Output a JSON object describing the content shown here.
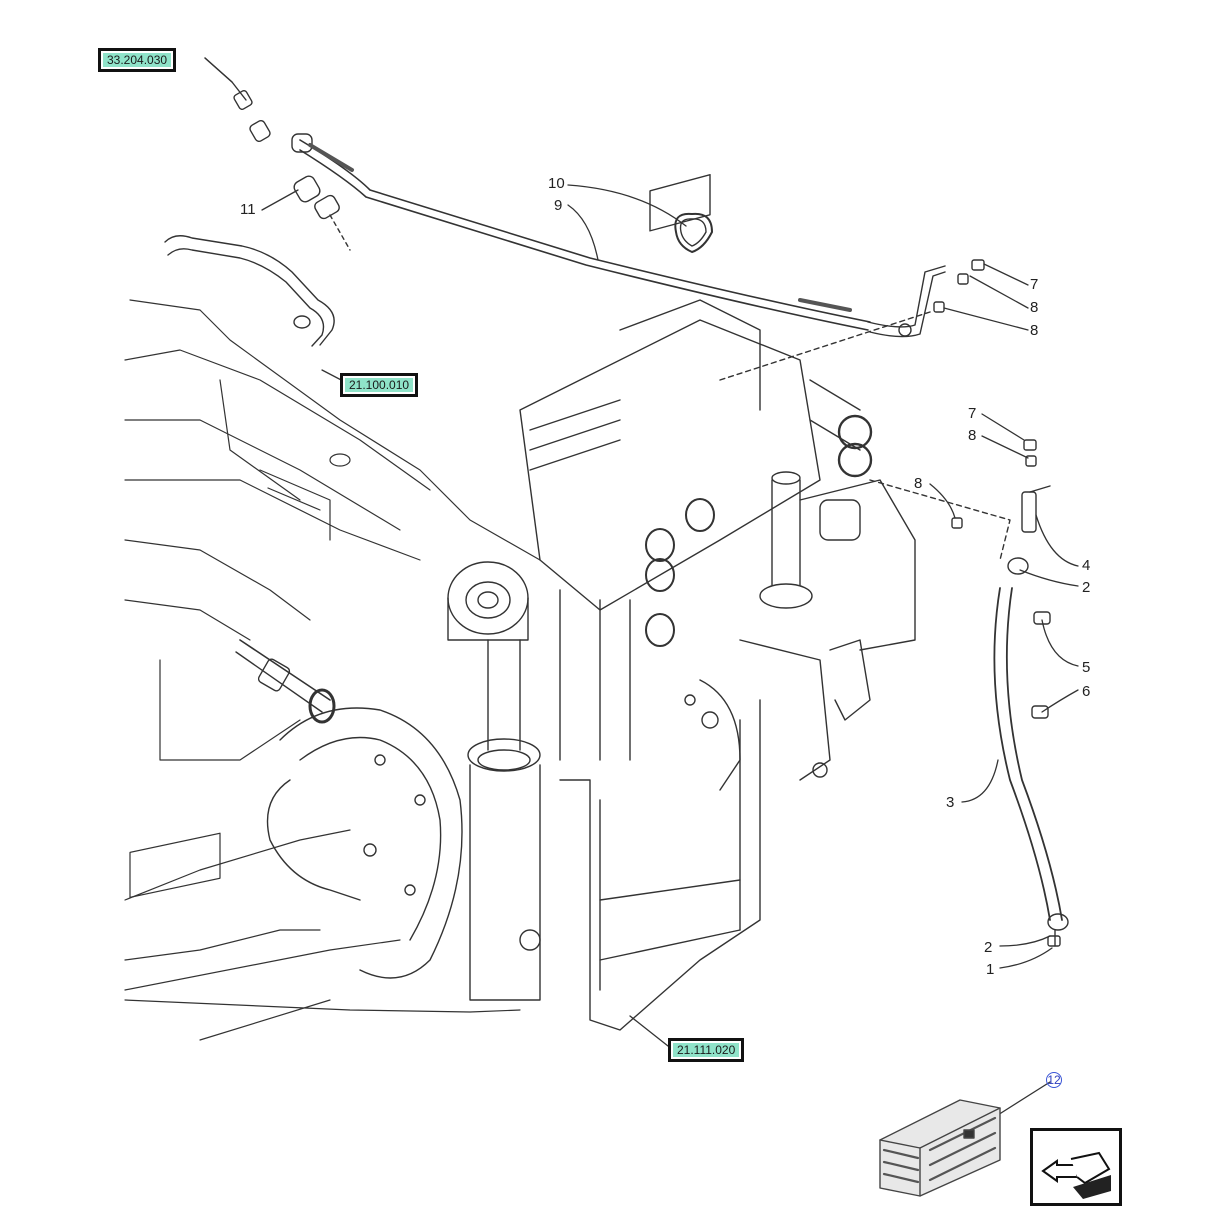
{
  "references": [
    {
      "id": "ref-33",
      "label": "33.204.030"
    },
    {
      "id": "ref-21",
      "label": "21.100.010"
    },
    {
      "id": "ref-11",
      "label": "21.111.020"
    }
  ],
  "callouts": [
    {
      "id": "c11",
      "label": "11"
    },
    {
      "id": "c10",
      "label": "10"
    },
    {
      "id": "c9",
      "label": "9"
    },
    {
      "id": "c7a",
      "label": "7"
    },
    {
      "id": "c8a",
      "label": "8"
    },
    {
      "id": "c8b",
      "label": "8"
    },
    {
      "id": "c7b",
      "label": "7"
    },
    {
      "id": "c8c",
      "label": "8"
    },
    {
      "id": "c8d",
      "label": "8"
    },
    {
      "id": "c4",
      "label": "4"
    },
    {
      "id": "c2a",
      "label": "2"
    },
    {
      "id": "c5",
      "label": "5"
    },
    {
      "id": "c6",
      "label": "6"
    },
    {
      "id": "c3",
      "label": "3"
    },
    {
      "id": "c2b",
      "label": "2"
    },
    {
      "id": "c1",
      "label": "1"
    },
    {
      "id": "c12",
      "label": "12"
    }
  ],
  "colors": {
    "ref_fill": "#8fe3c9",
    "line": "#333333",
    "callout_accent": "#3a55d6"
  },
  "icons": {
    "kit_box": "kit-box-icon",
    "nav": "return-arrow-icon"
  }
}
